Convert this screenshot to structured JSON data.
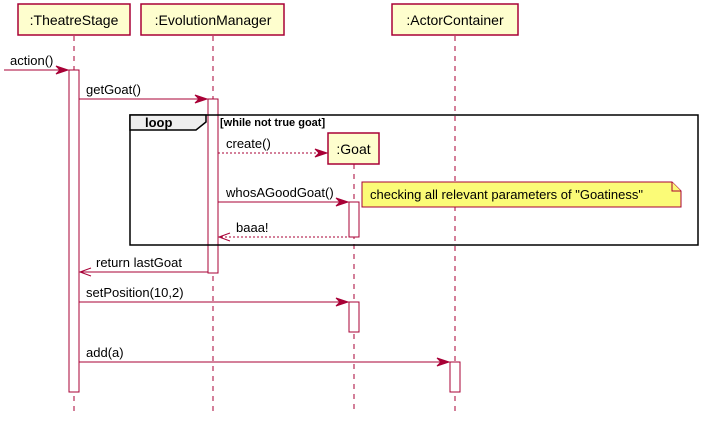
{
  "participants": [
    {
      "id": "theatre",
      "label": ":TheatreStage"
    },
    {
      "id": "evolution",
      "label": ":EvolutionManager"
    },
    {
      "id": "actor",
      "label": ":ActorContainer"
    }
  ],
  "created_participant": {
    "id": "goat",
    "label": ":Goat"
  },
  "messages": {
    "action": "action()",
    "get_goat": "getGoat()",
    "create": "create()",
    "whos_a_good_goat": "whosAGoodGoat()",
    "baaa": "baaa!",
    "return_last_goat": "return lastGoat",
    "set_position": "setPosition(10,2)",
    "add": "add(a)"
  },
  "loop": {
    "label": "loop",
    "guard": "[while not true goat]"
  },
  "note": {
    "text": "checking all relevant parameters of \"Goatiness\""
  },
  "colors": {
    "accent": "#A80036",
    "participant_fill": "#FEFECE",
    "note_fill": "#FBFB77",
    "loop_tab": "#EEEEEE"
  }
}
